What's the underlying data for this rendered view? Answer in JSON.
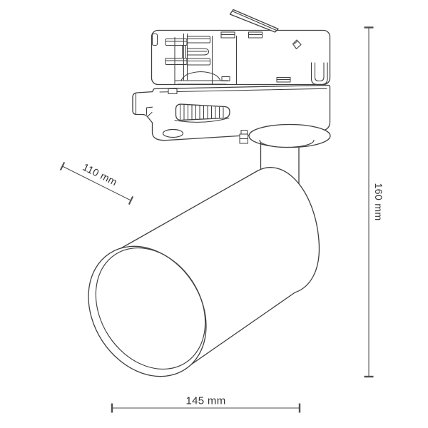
{
  "drawing": {
    "dimensions": {
      "head_diameter_label": "110 mm",
      "height_label": "160 mm",
      "width_label": "145 mm"
    },
    "colors": {
      "line": "#3f3f3f",
      "dimension": "#4f4f4f",
      "label_text": "#333333",
      "background": "#ffffff"
    }
  }
}
